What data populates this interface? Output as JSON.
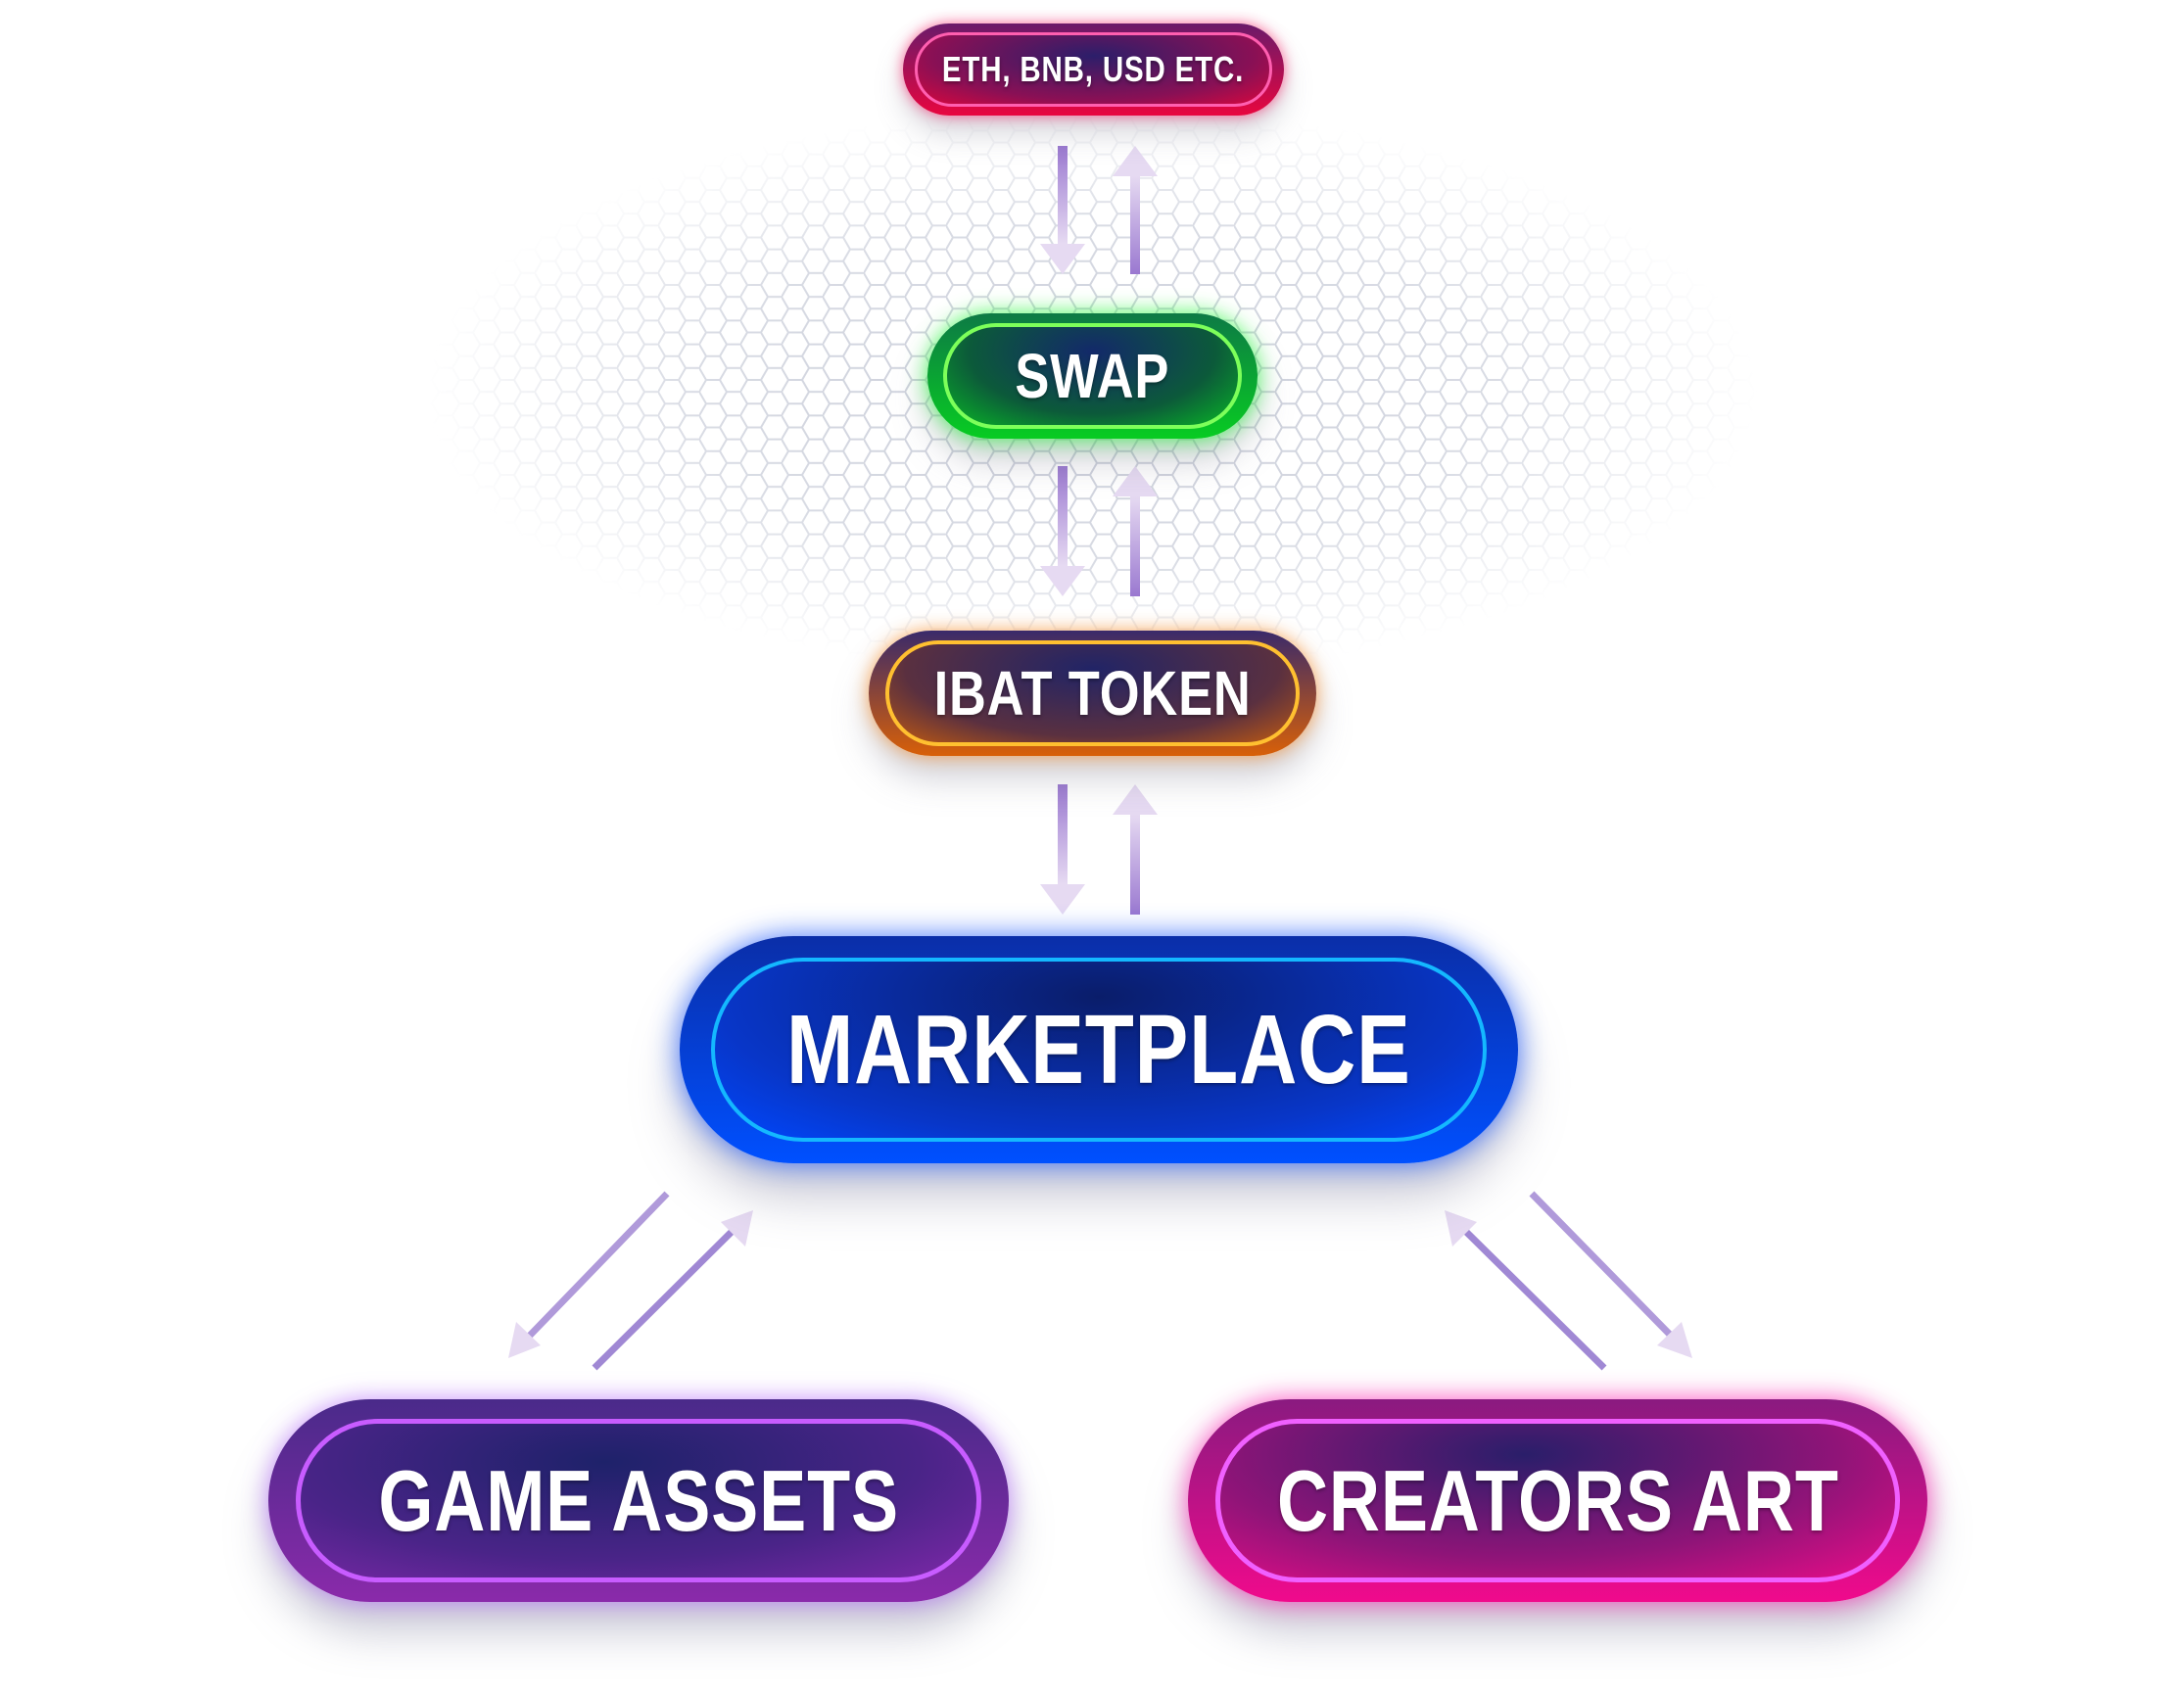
{
  "nodes": {
    "currencies": "ETH, BNB, USD ETC.",
    "swap": "SWAP",
    "token": "IBAT TOKEN",
    "marketplace": "MARKETPLACE",
    "game_assets": "GAME ASSETS",
    "creators_art": "CREATORS ART"
  },
  "colors": {
    "currencies": "#e8063f",
    "swap": "#08cc22",
    "token": "#d86008",
    "marketplace": "#0050ff",
    "game_assets": "#8a2aaa",
    "creators_art": "#f00a8c",
    "arrow": "#9a78d0"
  }
}
